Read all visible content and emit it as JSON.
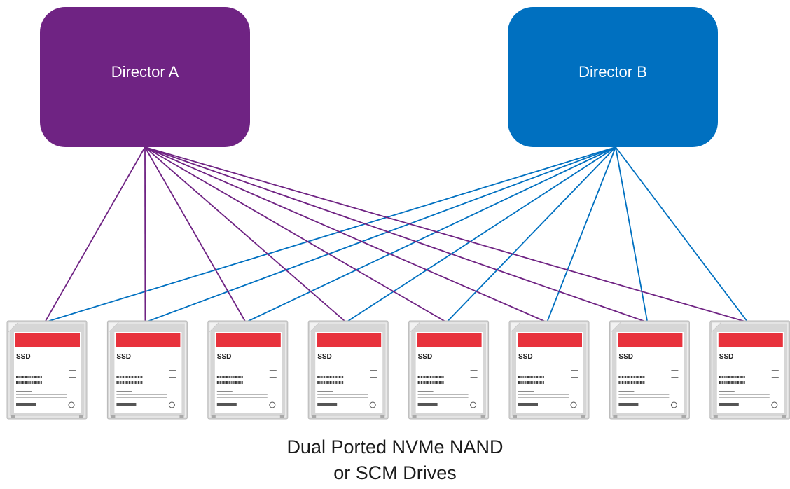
{
  "directors": [
    {
      "label": "Director A",
      "color": "#6f2383"
    },
    {
      "label": "Director B",
      "color": "#0070c0"
    }
  ],
  "drives": [
    {
      "label": "SSD"
    },
    {
      "label": "SSD"
    },
    {
      "label": "SSD"
    },
    {
      "label": "SSD"
    },
    {
      "label": "SSD"
    },
    {
      "label": "SSD"
    },
    {
      "label": "SSD"
    },
    {
      "label": "SSD"
    }
  ],
  "drive_label_color": "#e8323c",
  "caption": {
    "line1": "Dual Ported NVMe NAND",
    "line2": "or SCM Drives"
  }
}
